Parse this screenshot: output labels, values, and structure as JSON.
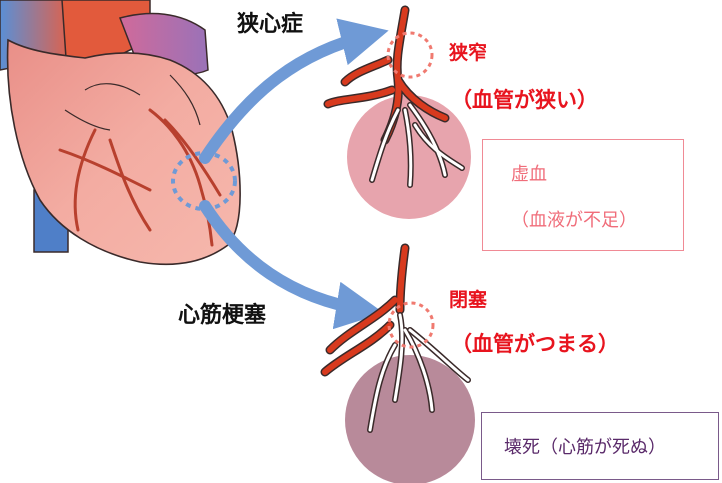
{
  "labels": {
    "angina": "狭心症",
    "infarction": "心筋梗塞",
    "stenosis": "狭窄",
    "stenosis_note": "（血管が狭い）",
    "occlusion": "閉塞",
    "occlusion_note": "（血管がつまる）"
  },
  "boxes": {
    "ischemia": {
      "title": "虚血",
      "note": "（血液が不足）"
    },
    "necrosis": {
      "text": "壊死（心筋が死ぬ）"
    }
  },
  "colors": {
    "heart_fill": "#f2a9a0",
    "heart_outline": "#3a2a2a",
    "vessel_red": "#d83a1e",
    "arrow_blue": "#6f9ad6",
    "ischemia_zone": "#e7a4ad",
    "necrosis_zone": "#b88a9a",
    "label_red": "#e8141e",
    "ischemia_text": "#f06d7a",
    "ischemia_border": "#f08a95",
    "necrosis_text": "#5a2a6a",
    "necrosis_border": "#7a5a8a"
  }
}
